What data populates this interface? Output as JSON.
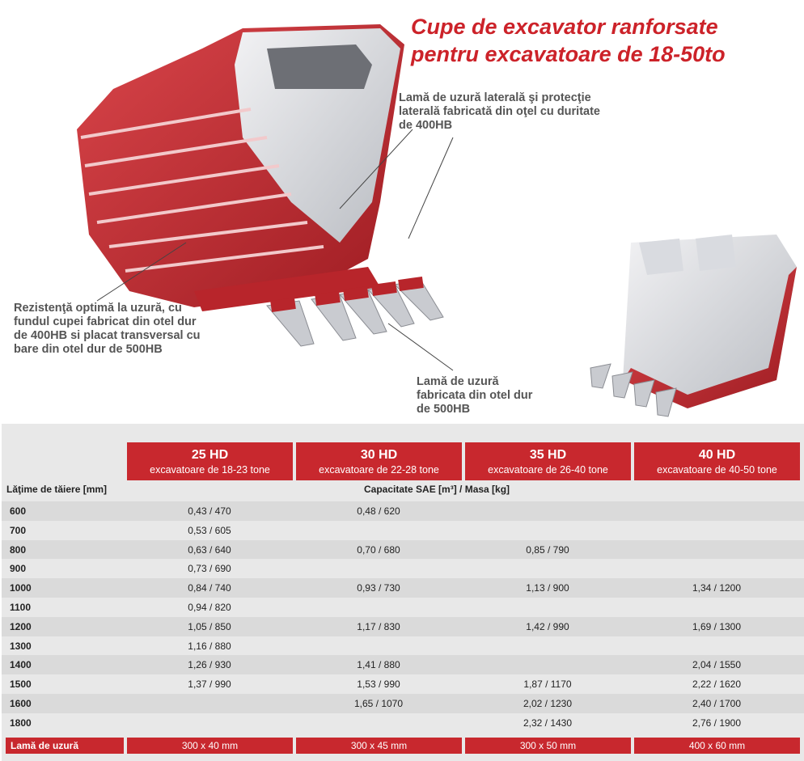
{
  "title": {
    "line1": "Cupe de excavator ranforsate",
    "line2": "pentru excavatoare de 18-50to"
  },
  "callouts": {
    "side_blade": "Lamă de uzură laterală şi protecţie laterală fabricată din oţel cu duritate de 400HB",
    "wear_resist": "Rezistenţă optimă la uzură, cu fundul cupei fabricat din otel dur de 400HB si placat transversal cu bare din otel dur de 500HB",
    "wear_blade": "Lamă de uzură fabricata din otel dur de 500HB"
  },
  "colors": {
    "accent": "#c8282e",
    "title": "#cc2229"
  },
  "table": {
    "models": [
      {
        "name": "25 HD",
        "sub": "excavatoare de 18-23 tone"
      },
      {
        "name": "30 HD",
        "sub": "excavatoare de 22-28 tone"
      },
      {
        "name": "35 HD",
        "sub": "excavatoare de 26-40 tone"
      },
      {
        "name": "40 HD",
        "sub": "excavatoare de 40-50 tone"
      }
    ],
    "width_header": "Lăţime de tăiere [mm]",
    "capacity_header": "Capacitate SAE  [m³] /   Masa [kg]",
    "rows": [
      {
        "w": "600",
        "v": [
          "0,43 / 470",
          "0,48 / 620",
          "",
          ""
        ]
      },
      {
        "w": "700",
        "v": [
          "0,53 / 605",
          "",
          "",
          ""
        ]
      },
      {
        "w": "800",
        "v": [
          "0,63 / 640",
          "0,70 / 680",
          "0,85 / 790",
          ""
        ]
      },
      {
        "w": "900",
        "v": [
          "0,73 / 690",
          "",
          "",
          ""
        ]
      },
      {
        "w": "1000",
        "v": [
          "0,84 / 740",
          "0,93 / 730",
          "1,13 / 900",
          "1,34 / 1200"
        ]
      },
      {
        "w": "1100",
        "v": [
          "0,94 / 820",
          "",
          "",
          ""
        ]
      },
      {
        "w": "1200",
        "v": [
          "1,05 / 850",
          "1,17 / 830",
          "1,42 / 990",
          "1,69 / 1300"
        ]
      },
      {
        "w": "1300",
        "v": [
          "1,16 / 880",
          "",
          "",
          ""
        ]
      },
      {
        "w": "1400",
        "v": [
          "1,26 / 930",
          "1,41 / 880",
          "",
          "2,04 / 1550"
        ]
      },
      {
        "w": "1500",
        "v": [
          "1,37 / 990",
          "1,53 / 990",
          "1,87 / 1170",
          "2,22 / 1620"
        ]
      },
      {
        "w": "1600",
        "v": [
          "",
          "1,65 / 1070",
          "2,02 / 1230",
          "2,40 / 1700"
        ]
      },
      {
        "w": "1800",
        "v": [
          "",
          "",
          "2,32 / 1430",
          "2,76 / 1900"
        ]
      }
    ],
    "footer_label": "Lamă de uzură",
    "footer_values": [
      "300 x 40 mm",
      "300 x 45 mm",
      "300 x 50 mm",
      "400 x 60 mm"
    ]
  }
}
